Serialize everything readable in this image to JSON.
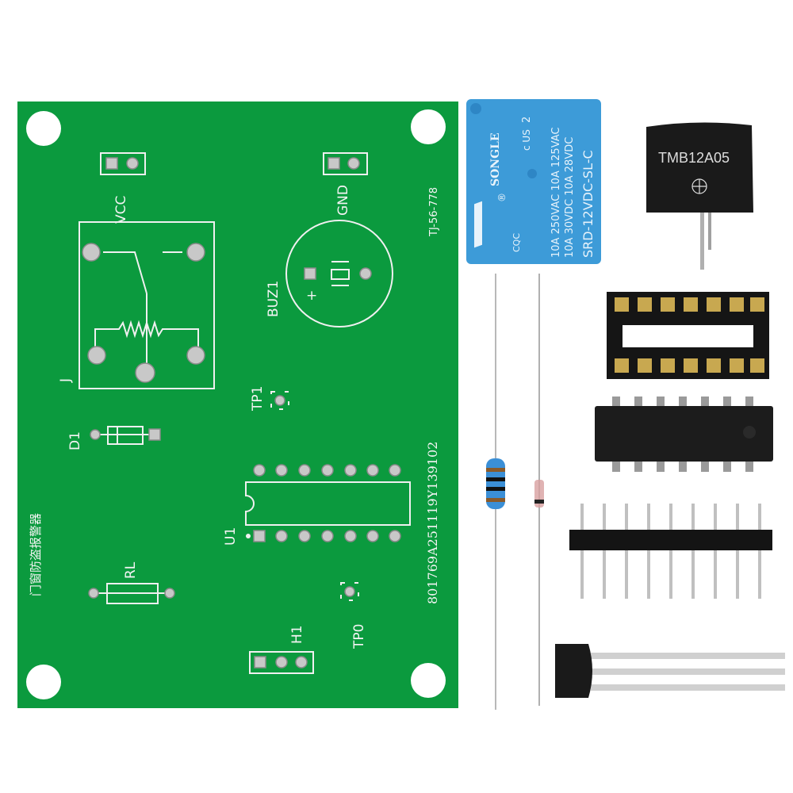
{
  "board": {
    "labels": {
      "vcc": "VCC",
      "gnd": "GND",
      "relay": "J",
      "buzzer": "BUZ1",
      "tp1": "TP1",
      "diode": "D1",
      "ic": "U1",
      "resistor": "RL",
      "tp0": "TP0",
      "header": "H1",
      "title_cn": "门窗防盗报警器",
      "board_code": "TJ-56-778",
      "serial": "801769A251119Y139102",
      "plus": "+"
    },
    "color": "#0b9a3e"
  },
  "relay": {
    "brand": "SONGLE",
    "registered": "®",
    "line1": "10A 250VAC 10A 125VAC",
    "line2": "10A 30VDC 10A 28VDC",
    "model": "SRD-12VDC-SL-C",
    "cert_cqc": "CQC",
    "cert_ul": "c US",
    "cert_num": "2",
    "color": "#3d9bd8"
  },
  "buzzer": {
    "model": "TMB12A05"
  }
}
